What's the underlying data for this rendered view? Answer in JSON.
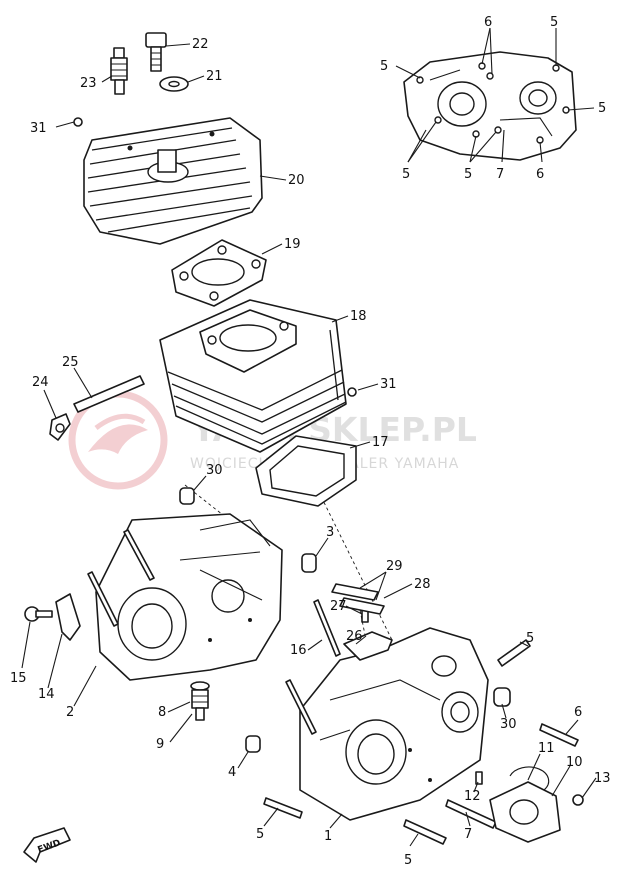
{
  "watermark": {
    "site": "YAMA SKLEP.PL",
    "tagline": "WOJCIECHOWSKI DEALER YAMAHA",
    "colors": {
      "logo": "#e8a0a6",
      "text": "#c7c7c7"
    }
  },
  "fwd_label": "FWD",
  "labels": [
    {
      "id": "22a",
      "text": "22"
    },
    {
      "id": "23a",
      "text": "23"
    },
    {
      "id": "21a",
      "text": "21"
    },
    {
      "id": "31a",
      "text": "31"
    },
    {
      "id": "20a",
      "text": "20"
    },
    {
      "id": "19a",
      "text": "19"
    },
    {
      "id": "18a",
      "text": "18"
    },
    {
      "id": "25a",
      "text": "25"
    },
    {
      "id": "24a",
      "text": "24"
    },
    {
      "id": "31b",
      "text": "31"
    },
    {
      "id": "17a",
      "text": "17"
    },
    {
      "id": "30a",
      "text": "30"
    },
    {
      "id": "3a",
      "text": "3"
    },
    {
      "id": "29a",
      "text": "29"
    },
    {
      "id": "28a",
      "text": "28"
    },
    {
      "id": "27a",
      "text": "27"
    },
    {
      "id": "26a",
      "text": "26"
    },
    {
      "id": "16a",
      "text": "16"
    },
    {
      "id": "15a",
      "text": "15"
    },
    {
      "id": "14a",
      "text": "14"
    },
    {
      "id": "2a",
      "text": "2"
    },
    {
      "id": "8a",
      "text": "8"
    },
    {
      "id": "9a",
      "text": "9"
    },
    {
      "id": "4a",
      "text": "4"
    },
    {
      "id": "5a",
      "text": "5"
    },
    {
      "id": "30b",
      "text": "30"
    },
    {
      "id": "6a",
      "text": "6"
    },
    {
      "id": "11a",
      "text": "11"
    },
    {
      "id": "10a",
      "text": "10"
    },
    {
      "id": "13a",
      "text": "13"
    },
    {
      "id": "12a",
      "text": "12"
    },
    {
      "id": "7a",
      "text": "7"
    },
    {
      "id": "1a",
      "text": "1"
    },
    {
      "id": "5b",
      "text": "5"
    },
    {
      "id": "5c",
      "text": "5"
    },
    {
      "id": "6b",
      "text": "6"
    },
    {
      "id": "5d",
      "text": "5"
    },
    {
      "id": "5e",
      "text": "5"
    },
    {
      "id": "5f",
      "text": "5"
    },
    {
      "id": "5g",
      "text": "5"
    },
    {
      "id": "5h",
      "text": "5"
    },
    {
      "id": "7b",
      "text": "7"
    },
    {
      "id": "6c",
      "text": "6"
    }
  ]
}
